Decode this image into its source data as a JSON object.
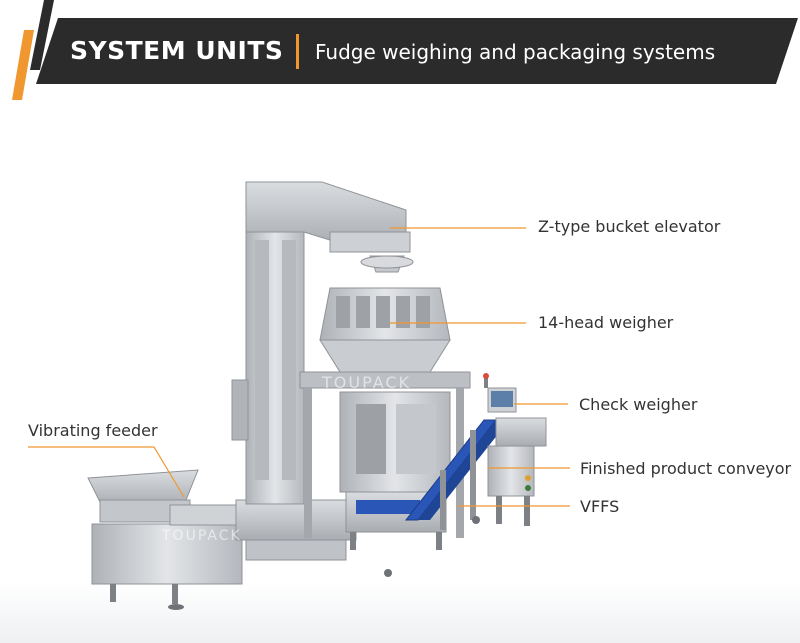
{
  "header": {
    "title": "SYSTEM UNITS",
    "subtitle": "Fudge weighing and packaging systems"
  },
  "watermark": "TOUPACK",
  "labels": {
    "bucket_elevator": "Z-type  bucket elevator",
    "weigher": "14-head weigher",
    "check_weigher": "Check weigher",
    "vibrating_feeder": "Vibrating feeder",
    "conveyor": "Finished product conveyor",
    "vffs": "VFFS"
  },
  "colors": {
    "banner": "#2b2b2b",
    "accent": "#f0972f",
    "steel": "#c9ccd0",
    "belt": "#2a56b8"
  }
}
